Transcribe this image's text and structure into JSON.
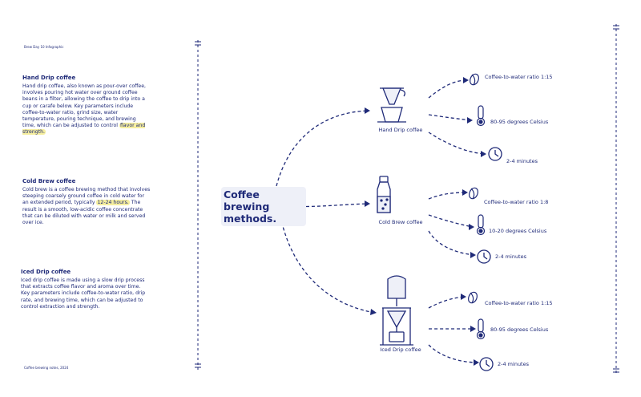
{
  "header": {
    "note": "Brew Day 10 Infographic"
  },
  "footer": {
    "note": "Coffee brewing notes, 2024"
  },
  "sections": [
    {
      "title": "Hand Drip coffee",
      "text_before": "Hand drip coffee, also known as pour-over coffee, involves pouring hot water over ground coffee beans in a filter, allowing the coffee to drip into a cup or carafe below. Key parameters include coffee-to-water ratio, grind size, water temperature, pouring technique, and brewing time, which can be adjusted to control ",
      "highlight": "flavor and strength.",
      "text_after": ""
    },
    {
      "title": "Cold Brew coffee",
      "text_before": "Cold brew is a coffee brewing method that involves steeping coarsely ground coffee in cold water for an extended period, typically ",
      "highlight": "12-24 hours.",
      "text_after": " The result is a smooth, low-acidic coffee concentrate that can be diluted with water or milk and served over ice."
    },
    {
      "title": "Iced Drip coffee",
      "text_before": "Iced drip coffee is made using a slow drip process that extracts coffee flavor and aroma over time. Key parameters include coffee-to-water ratio, drip rate, and brewing time, which can be adjusted to control extraction and strength.",
      "highlight": "",
      "text_after": ""
    }
  ],
  "center_title": "Coffee brewing methods.",
  "methods": [
    {
      "label": "Hand Drip coffee",
      "params": [
        {
          "icon": "coffee-bean-icon",
          "text": "Coffee-to-water ratio 1:15"
        },
        {
          "icon": "thermometer-icon",
          "text": "80-95 degrees Celsius"
        },
        {
          "icon": "clock-icon",
          "text": "2-4 minutes"
        }
      ]
    },
    {
      "label": "Cold Brew coffee",
      "params": [
        {
          "icon": "coffee-bean-icon",
          "text": "Coffee-to-water ratio 1:8"
        },
        {
          "icon": "thermometer-icon",
          "text": "10-20 degrees Celsius"
        },
        {
          "icon": "clock-icon",
          "text": "2-4 minutes"
        }
      ]
    },
    {
      "label": "Iced Drip coffee",
      "params": [
        {
          "icon": "coffee-bean-icon",
          "text": "Coffee-to-water ratio 1:15"
        },
        {
          "icon": "thermometer-icon",
          "text": "80-95 degrees Celsius"
        },
        {
          "icon": "clock-icon",
          "text": "2-4 minutes"
        }
      ]
    }
  ],
  "colors": {
    "ink": "#1f2a78",
    "highlight": "#f6ef9f",
    "panel": "#eef0f8"
  }
}
